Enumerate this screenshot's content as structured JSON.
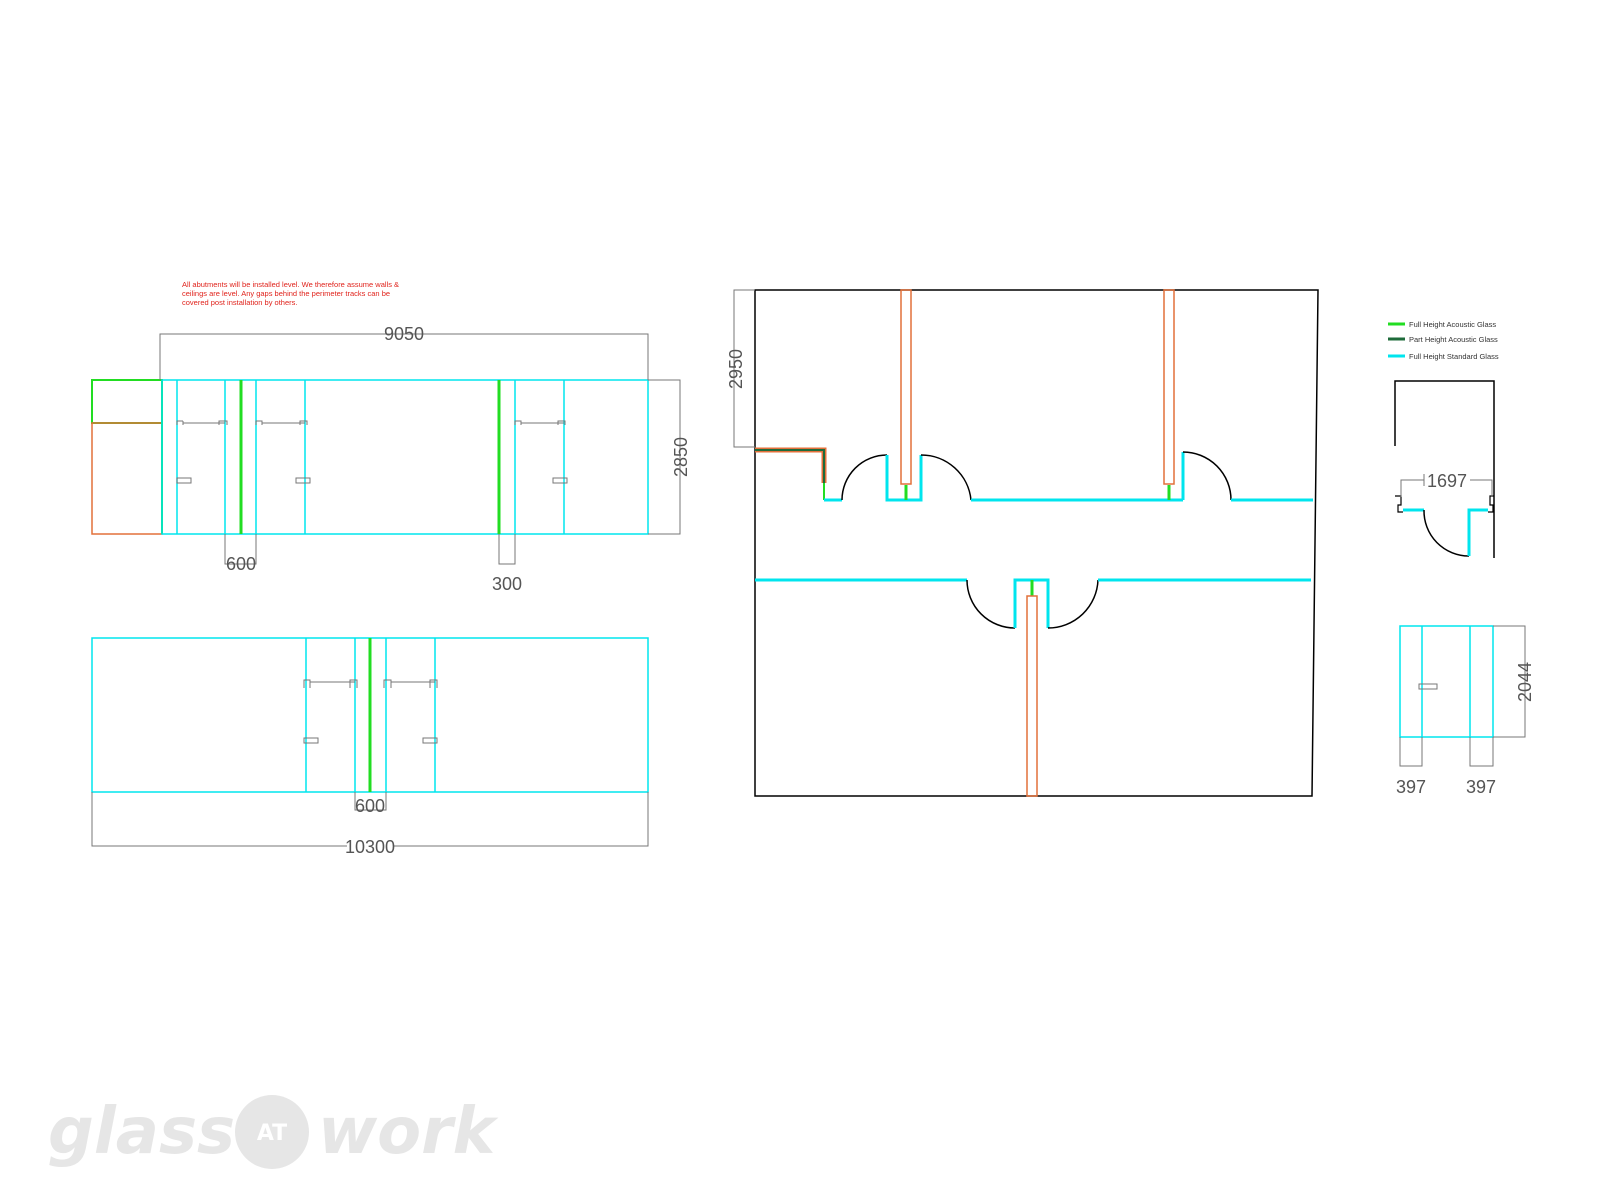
{
  "note": {
    "lines": [
      "All abutments will be installed level. We therefore assume walls &",
      "ceilings are level. Any gaps behind the perimeter tracks can be",
      "covered post installation by others."
    ]
  },
  "colors": {
    "full_height_acoustic": "#22dd22",
    "part_height_acoustic": "#1e6b3a",
    "full_height_standard": "#00e5ee",
    "frame": "#e2703a",
    "outline": "#000000",
    "dimension": "#555555",
    "note": "#e0231c"
  },
  "elevation_top": {
    "width_dim": "9050",
    "height_dim": "2850",
    "door_gap_dim": "600",
    "post_dim": "300"
  },
  "elevation_bottom": {
    "door_gap_dim": "600",
    "width_dim": "10300"
  },
  "plan": {
    "side_dim": "2950"
  },
  "legend": {
    "items": [
      {
        "label": "Full Height Acoustic Glass",
        "color": "#22dd22"
      },
      {
        "label": "Part Height Acoustic Glass",
        "color": "#1e6b3a"
      },
      {
        "label": "Full Height Standard Glass",
        "color": "#00e5ee"
      }
    ]
  },
  "detail_plan": {
    "width_dim": "1697"
  },
  "detail_elevation": {
    "height_dim": "2044",
    "left_dim": "397",
    "right_dim": "397"
  },
  "logo": {
    "word1": "glass",
    "at": "AT",
    "word2": "work"
  }
}
